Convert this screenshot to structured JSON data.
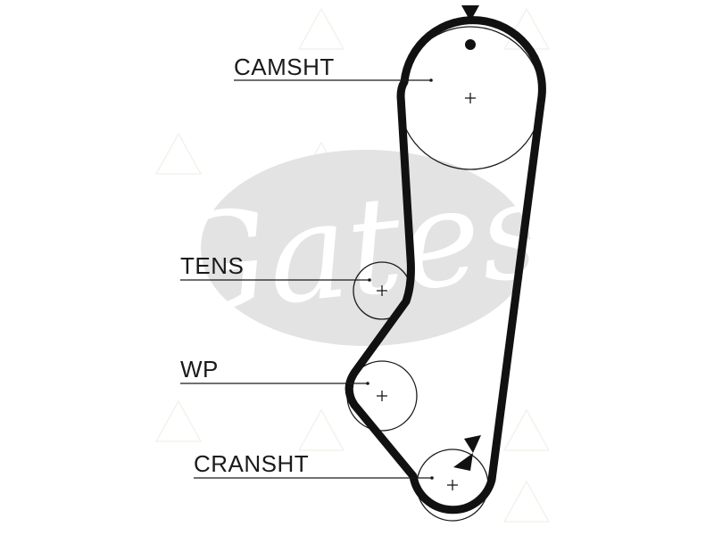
{
  "watermark": {
    "brand": "Gates"
  },
  "labels": {
    "camshaft": "CAMSHT",
    "tensioner": "TENS",
    "water_pump": "WP",
    "crankshaft": "CRANSHT"
  },
  "icons": {
    "timing_mark_top": "triangle-down-icon",
    "timing_mark_bottom": "bowtie-marker-icon",
    "timing_dot": "dot-icon"
  },
  "colors": {
    "belt": "#111111",
    "line": "#1a1a1a",
    "watermark": "#e3e3e3"
  }
}
